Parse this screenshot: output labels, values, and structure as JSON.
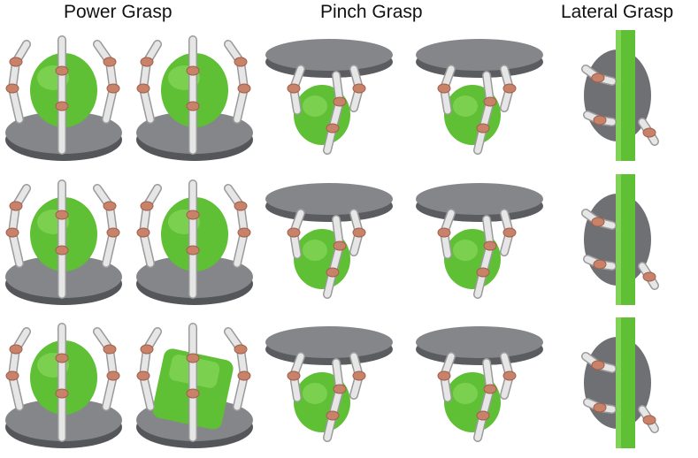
{
  "headers": {
    "power": "Power Grasp",
    "pinch": "Pinch Grasp",
    "lateral": "Lateral Grasp"
  },
  "colors": {
    "base": "#6f7074",
    "base_top": "#85868a",
    "finger": "#e6e6e6",
    "joint": "#c9826a",
    "object": "#5fbf35",
    "object_light": "#8fdc62"
  },
  "grid": {
    "rows": 3,
    "columns": [
      {
        "group": "power",
        "style": "power"
      },
      {
        "group": "power",
        "style": "power"
      },
      {
        "group": "pinch",
        "style": "pinch"
      },
      {
        "group": "pinch",
        "style": "pinch"
      },
      {
        "group": "lateral",
        "style": "lateral"
      }
    ]
  }
}
